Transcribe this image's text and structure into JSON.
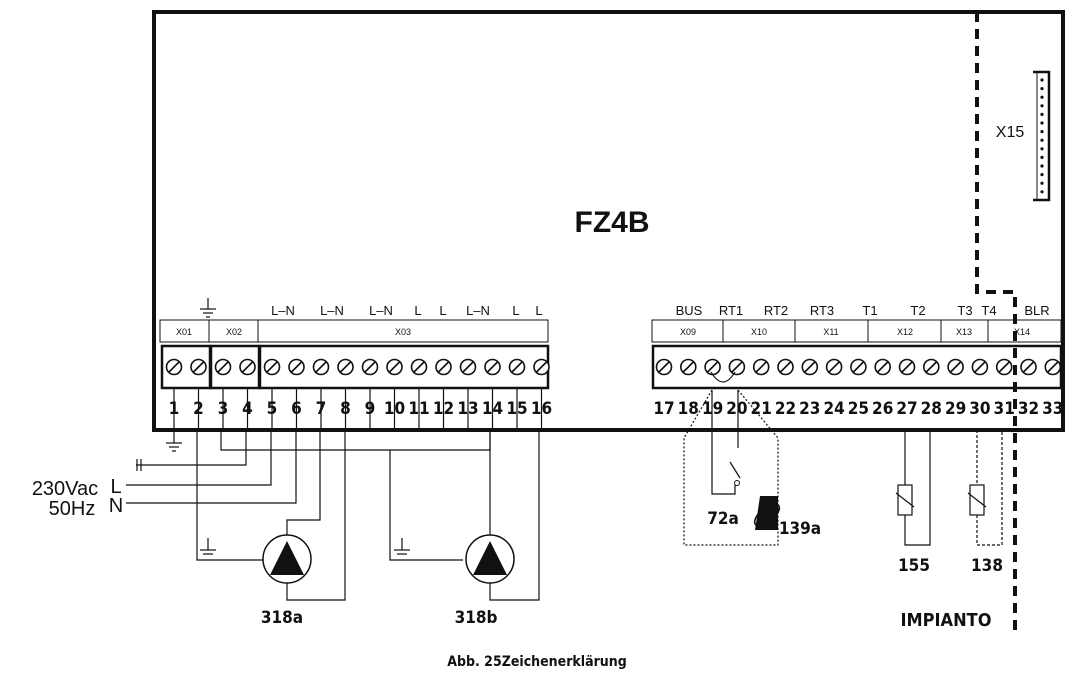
{
  "board": {
    "name": "FZ4B"
  },
  "connector_x15": "X15",
  "left_headers": [
    "",
    "",
    "",
    "",
    "L–N",
    "L–N",
    "L–N",
    "L",
    "L",
    "L–N",
    "L",
    "L"
  ],
  "ground_symbol_label": "",
  "left_groups": [
    "X01",
    "X02",
    "X03"
  ],
  "left_terminals": [
    "1",
    "2",
    "3",
    "4",
    "5",
    "6",
    "7",
    "8",
    "9",
    "10",
    "11",
    "12",
    "13",
    "14",
    "15",
    "16"
  ],
  "right_headers": [
    "BUS",
    "RT1",
    "RT2",
    "RT3",
    "T1",
    "T2",
    "T3",
    "T4",
    "BLR"
  ],
  "right_groups": [
    "X09",
    "X10",
    "X11",
    "X12",
    "X13",
    "X14"
  ],
  "right_terminals": [
    "17",
    "18",
    "19",
    "20",
    "21",
    "22",
    "23",
    "24",
    "25",
    "26",
    "27",
    "28",
    "29",
    "30",
    "31",
    "32",
    "33"
  ],
  "supply": {
    "voltage": "230Vac",
    "freq": "50Hz",
    "L": "L",
    "N": "N"
  },
  "components": {
    "pump_a": "318a",
    "pump_b": "318b",
    "thermostat": "72a",
    "sensor_139": "139a",
    "sensor_155": "155",
    "sensor_138": "138"
  },
  "impianto": "IMPIANTO",
  "caption": "Abb. 25Zeichenerklärung"
}
